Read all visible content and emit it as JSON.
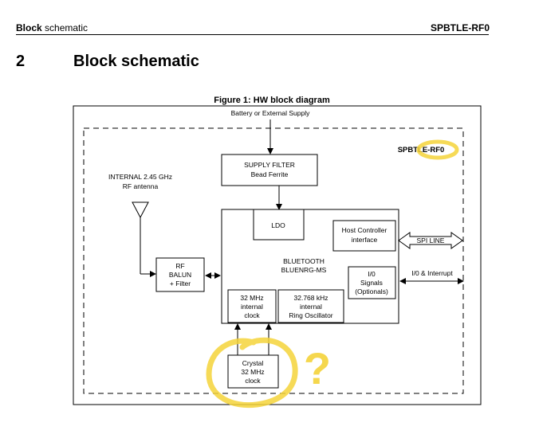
{
  "header": {
    "left_bold": "Block",
    "left_rest": " schematic",
    "right": "SPBTLE-RF0"
  },
  "section": {
    "number": "2",
    "title": "Block schematic"
  },
  "figure": {
    "title": "Figure 1: HW block diagram",
    "battery_label": "Battery or External Supply",
    "module_label": "SPBTLE-RF0",
    "antenna_label_1": "INTERNAL 2.45 GHz",
    "antenna_label_2": "RF  antenna",
    "supply_filter_1": "SUPPLY FILTER",
    "supply_filter_2": "Bead Ferrite",
    "ldo": "LDO",
    "host_ctrl_1": "Host Controller",
    "host_ctrl_2": "interface",
    "spi_line": "SPI  LINE",
    "bluetooth_1": "BLUETOOTH",
    "bluetooth_2": "BLUENRG-MS",
    "balun_1": "RF",
    "balun_2": "BALUN",
    "balun_3": "+ Filter",
    "io_1": "I/0",
    "io_2": "Signals",
    "io_3": "(Optionals)",
    "io_interrupt": "I/0 & Interrupt",
    "clk32m_1": "32 MHz",
    "clk32m_2": "internal",
    "clk32m_3": "clock",
    "osc_1": "32.768 kHz",
    "osc_2": "internal",
    "osc_3": "Ring Oscillator",
    "crystal_1": "Crystal",
    "crystal_2": "32 MHz",
    "crystal_3": "clock",
    "annotation_mark": "?"
  },
  "colors": {
    "annotation": "#f5d33a"
  }
}
